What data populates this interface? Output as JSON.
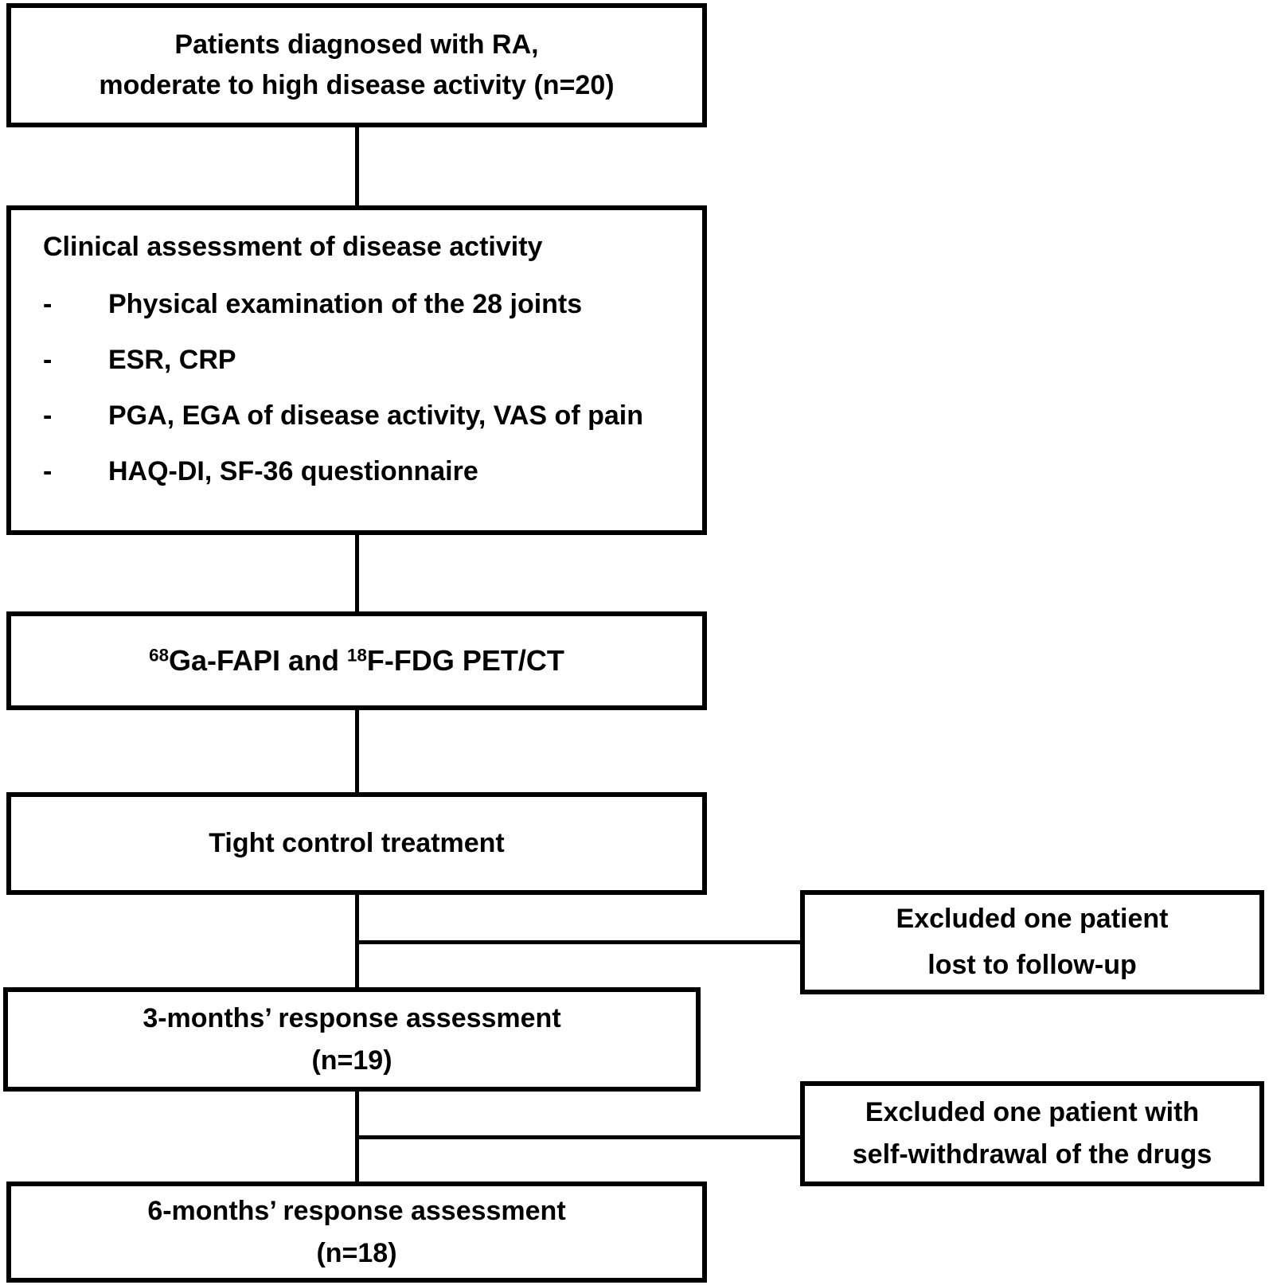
{
  "diagram": {
    "background_color": "#ffffff",
    "line_color": "#000000",
    "text_color": "#000000",
    "boxes": {
      "patients": {
        "line1": "Patients diagnosed with RA,",
        "line2": "moderate to high disease activity (n=20)"
      },
      "clinical": {
        "title": "Clinical assessment of disease activity",
        "bullet": "-",
        "items": [
          "Physical examination of the 28 joints",
          "ESR, CRP",
          "PGA, EGA of disease activity, VAS of pain",
          "HAQ-DI, SF-36 questionnaire"
        ]
      },
      "petct": {
        "sup1": "68",
        "part1": "Ga-FAPI and ",
        "sup2": "18",
        "part2": "F-FDG PET/CT"
      },
      "treatment": {
        "label": "Tight control treatment"
      },
      "month3": {
        "line1": "3-months’ response assessment",
        "line2": "(n=19)"
      },
      "excluded1": {
        "line1": "Excluded one patient",
        "line2": "lost to follow-up"
      },
      "month6": {
        "line1": "6-months’ response assessment",
        "line2": "(n=18)"
      },
      "excluded2": {
        "line1": "Excluded one patient with",
        "line2": "self-withdrawal of the drugs"
      }
    }
  }
}
